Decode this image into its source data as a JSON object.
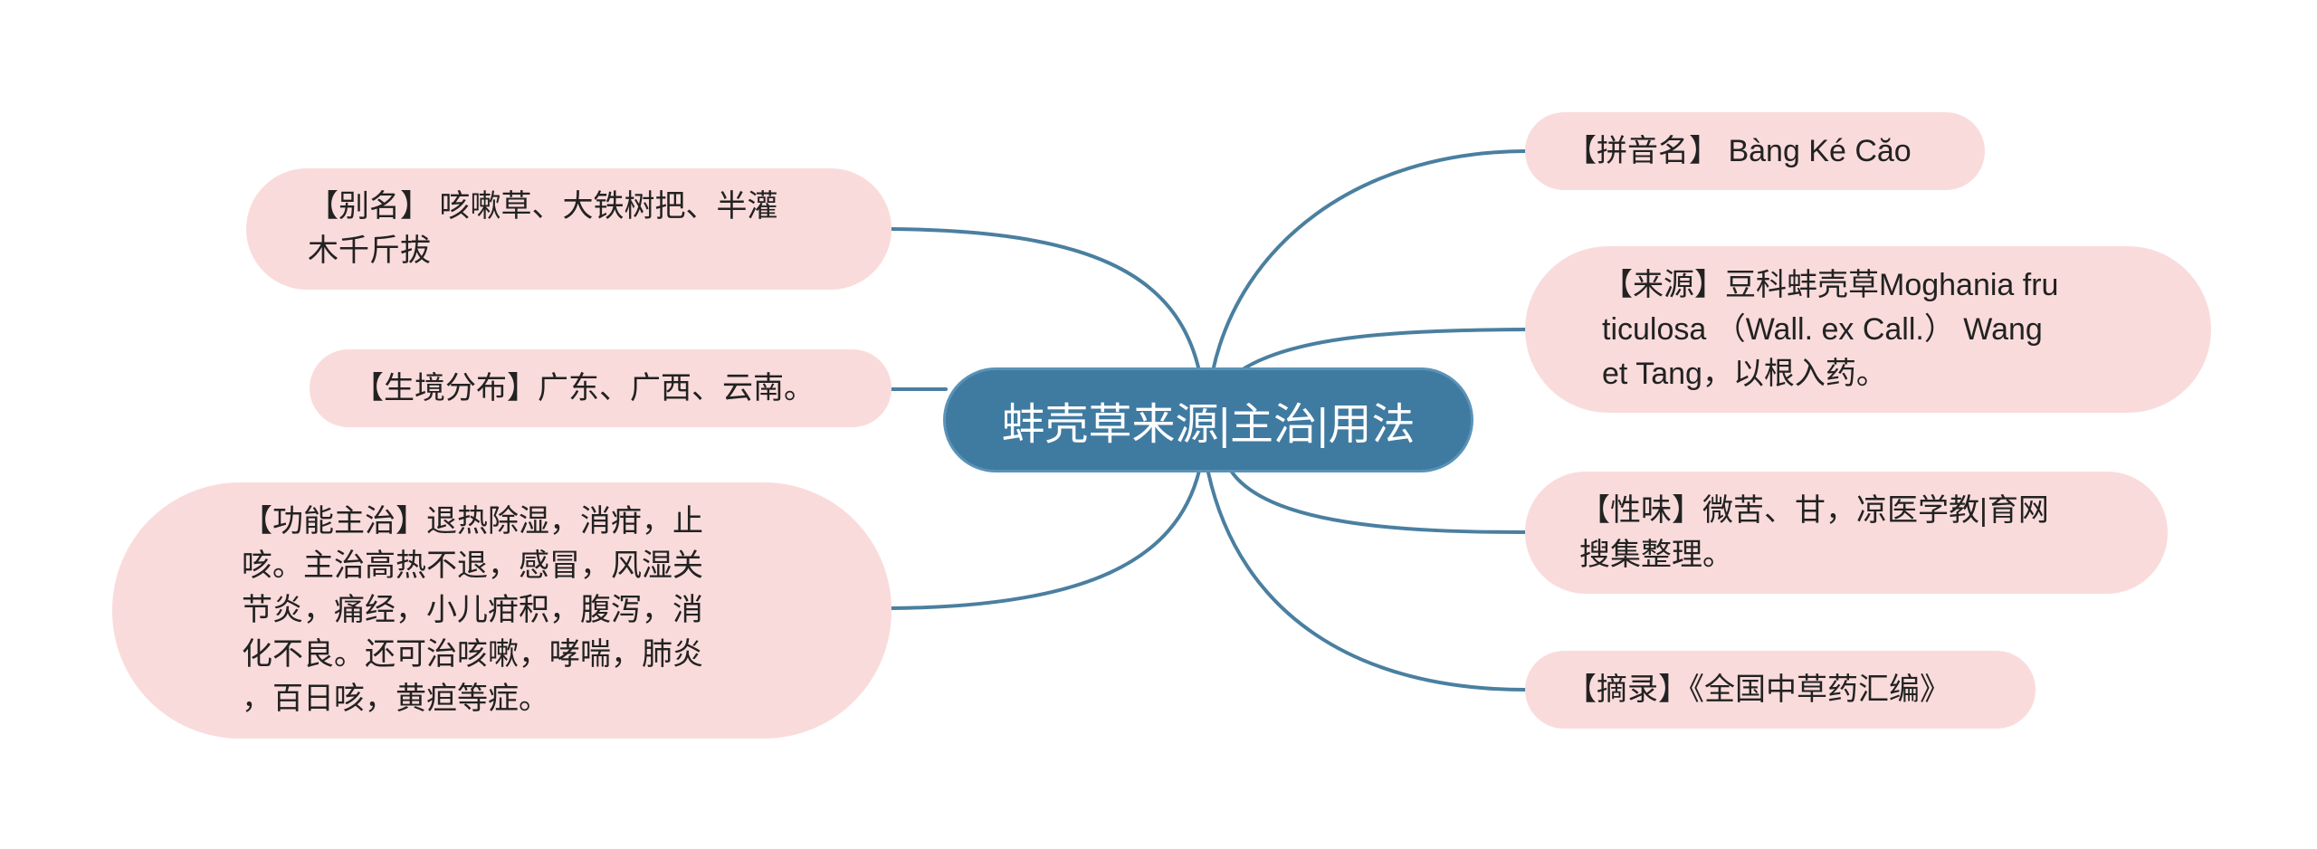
{
  "center": {
    "title": "蚌壳草来源|主治|用法"
  },
  "colors": {
    "center_fill": "#3f7aa1",
    "node_fill": "#fadbdb",
    "link": "#4a7fa0"
  },
  "left_nodes": [
    {
      "id": "alias",
      "text": "【别名】 咳嗽草、大铁树把、半灌\n木千斤拔"
    },
    {
      "id": "habitat",
      "text": "【生境分布】广东、广西、云南。"
    },
    {
      "id": "function",
      "text": "【功能主治】退热除湿，消疳，止\n咳。主治高热不退，感冒，风湿关\n节炎，痛经，小儿疳积，腹泻，消\n化不良。还可治咳嗽，哮喘，肺炎\n，百日咳，黄疸等症。"
    }
  ],
  "right_nodes": [
    {
      "id": "pinyin",
      "text": "【拼音名】 Bàng Ké Căo"
    },
    {
      "id": "source",
      "text": "【来源】豆科蚌壳草Moghania fru\nticulosa （Wall. ex Call.） Wang\net Tang，以根入药。"
    },
    {
      "id": "taste",
      "text": "【性味】微苦、甘，凉医学教|育网\n搜集整理。"
    },
    {
      "id": "excerpt",
      "text": "【摘录】《全国中草药汇编》"
    }
  ]
}
